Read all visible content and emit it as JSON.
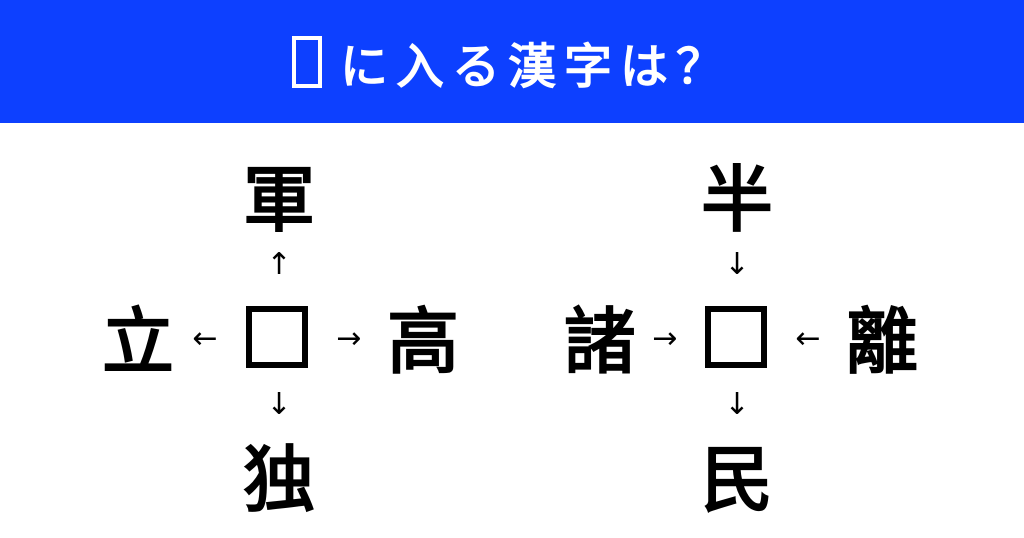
{
  "header": {
    "title": "に入る漢字は？",
    "title_box_icon": "blank-square-icon",
    "background_color": "#0d40ff",
    "text_color": "#ffffff"
  },
  "puzzles": [
    {
      "top": "軍",
      "left": "立",
      "right": "高",
      "bottom": "独",
      "arrows": {
        "top": "↑",
        "left": "←",
        "right": "→",
        "bottom": "↓"
      }
    },
    {
      "top": "半",
      "left": "諸",
      "right": "離",
      "bottom": "民",
      "arrows": {
        "top": "↓",
        "left": "→",
        "right": "←",
        "bottom": "↓"
      }
    }
  ]
}
